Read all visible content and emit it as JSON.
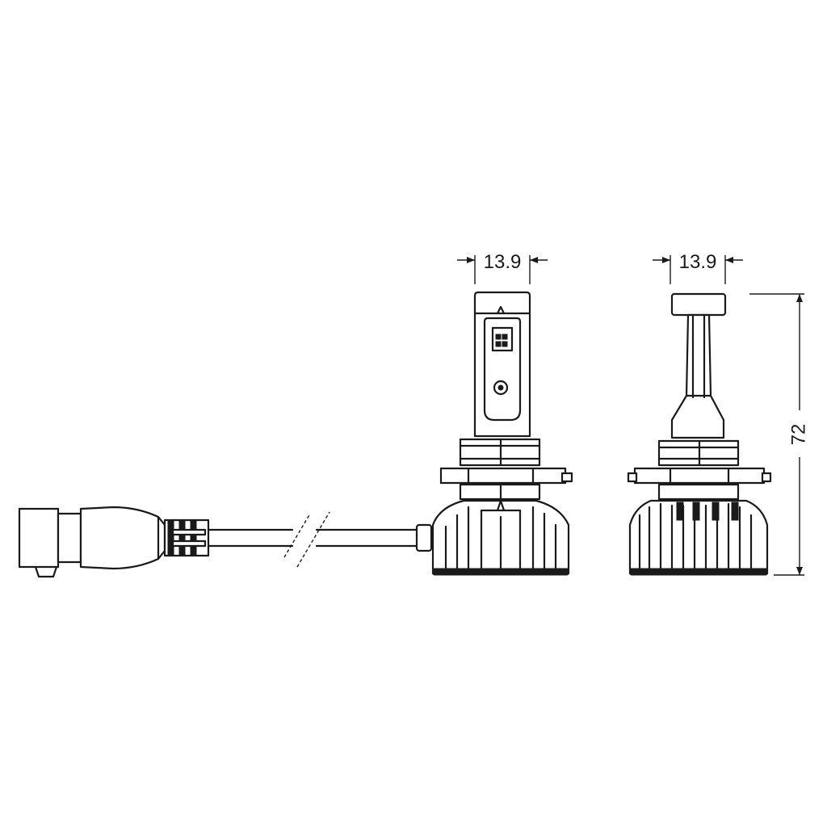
{
  "dimensions": {
    "front_width": "13.9",
    "side_width": "13.9",
    "height": "72"
  }
}
